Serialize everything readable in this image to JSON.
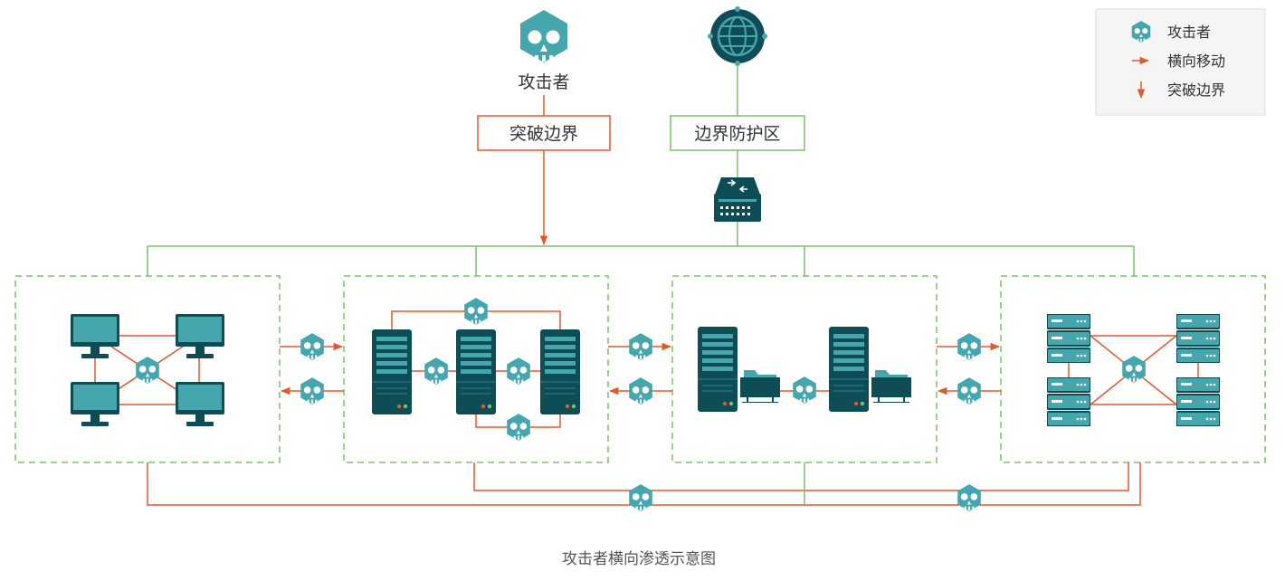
{
  "attacker": {
    "label": "攻击者"
  },
  "breach_box": {
    "label": "突破边界"
  },
  "perimeter_box": {
    "label": "边界防护区"
  },
  "legend": {
    "items": [
      {
        "icon": "skull-icon",
        "label": "攻击者"
      },
      {
        "icon": "arrow-right-icon",
        "label": "横向移动"
      },
      {
        "icon": "arrow-down-icon",
        "label": "突破边界"
      }
    ]
  },
  "caption": "攻击者横向渗透示意图",
  "colors": {
    "teal": "#46a6ad",
    "dark_teal": "#0e4d55",
    "orange": "#e0592a",
    "green": "#7dbf6a",
    "text": "#333333"
  }
}
